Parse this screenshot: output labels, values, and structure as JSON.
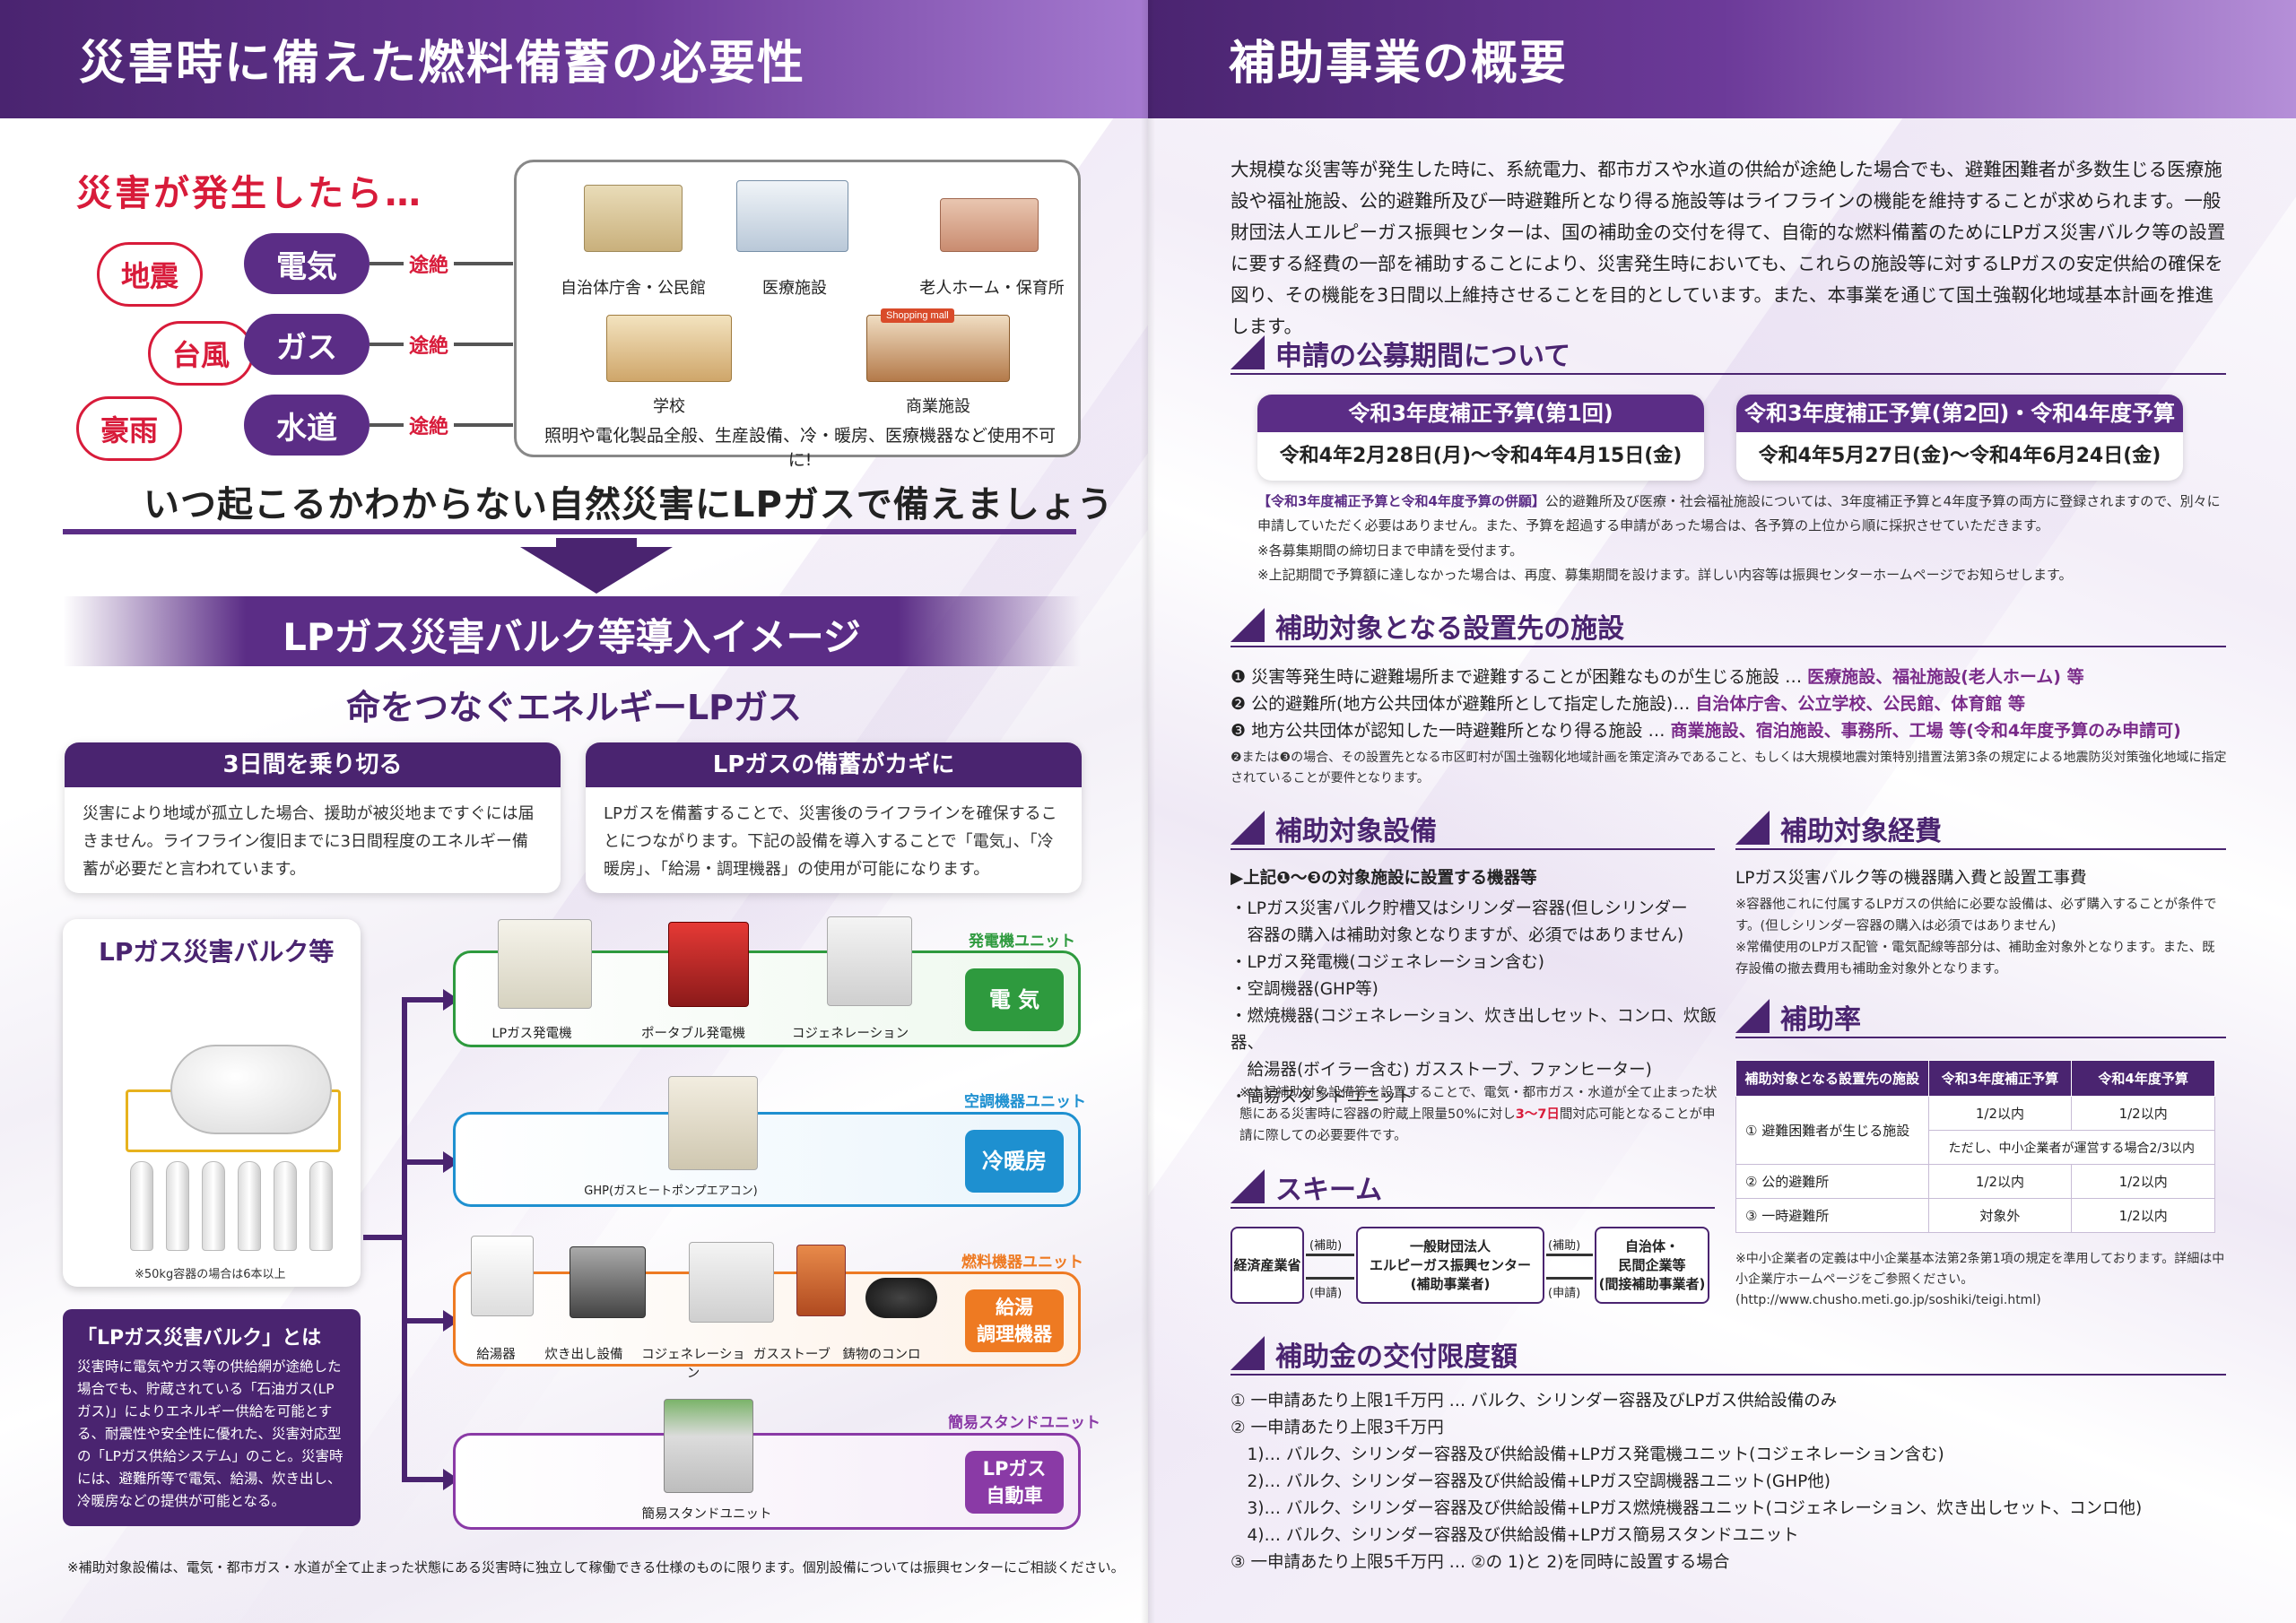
{
  "left": {
    "title": "災害時に備えた燃料備蓄の必要性",
    "disaster_heading": "災害が発生したら…",
    "disasters": [
      "地震",
      "台風",
      "豪雨"
    ],
    "utilities": [
      "電気",
      "ガス",
      "水道"
    ],
    "cut_label": "途絶",
    "facilities": [
      "自治体庁舎・公民館",
      "医療施設",
      "老人ホーム・保育所",
      "学校",
      "商業施設"
    ],
    "facilities_note": "照明や電化製品全般、生産設備、冷・暖房、医療機器など使用不可に!",
    "shopping_sign": "Shopping mall",
    "banner": "いつ起こるかわからない自然災害にLPガスで備えましょう",
    "image_title": "LPガス災害バルク等導入イメージ",
    "subtitle": "命をつなぐエネルギーLPガス",
    "card1": {
      "title": "3日間を乗り切る",
      "body": "災害により地域が孤立した場合、援助が被災地まですぐには届きません。ライフライン復旧までに3日間程度のエネルギー備蓄が必要だと言われています。"
    },
    "card2": {
      "title": "LPガスの備蓄がカギに",
      "body": "LPガスを備蓄することで、災害後のライフラインを確保することにつながります。下記の設備を導入することで「電気」、「冷暖房」、「給湯・調理機器」の使用が可能になります。"
    },
    "bulk_title": "LPガス災害バルク等",
    "bulk_note": "※50kg容器の場合は6本以上",
    "definition": {
      "title": "「LPガス災害バルク」とは",
      "body": "災害時に電気やガス等の供給網が途絶した場合でも、貯蔵されている「石油ガス(LPガス)」によりエネルギー供給を可能とする、耐震性や安全性に優れた、災害対応型の「LPガス供給システム」のこと。災害時には、避難所等で電気、給湯、炊き出し、冷暖房などの提供が可能となる。"
    },
    "units": [
      {
        "label": "発電機ユニット",
        "tag": "電 気",
        "color": "#2e9a3e",
        "items": [
          "LPガス発電機",
          "ポータブル発電機",
          "コジェネレーション"
        ]
      },
      {
        "label": "空調機器ユニット",
        "tag": "冷暖房",
        "color": "#1e90d0",
        "items": [
          "GHP(ガスヒートポンプエアコン)"
        ]
      },
      {
        "label": "燃料機器ユニット",
        "tag": "給湯\n調理機器",
        "color": "#ee7a22",
        "items": [
          "給湯器",
          "炊き出し設備",
          "コジェネレーション",
          "ガスストーブ",
          "鋳物のコンロ"
        ]
      },
      {
        "label": "簡易スタンドユニット",
        "tag": "LPガス\n自動車",
        "color": "#8a3aa6",
        "items": [
          "簡易スタンドユニット"
        ]
      }
    ],
    "footnote": "※補助対象設備は、電気・都市ガス・水道が全て止まった状態にある災害時に独立して稼働できる仕様のものに限ります。個別設備については振興センターにご相談ください。"
  },
  "right": {
    "title": "補助事業の概要",
    "intro": "大規模な災害等が発生した時に、系統電力、都市ガスや水道の供給が途絶した場合でも、避難困難者が多数生じる医療施設や福祉施設、公的避難所及び一時避難所となり得る施設等はライフラインの機能を維持することが求められます。一般財団法人エルピーガス振興センターは、国の補助金の交付を得て、自衛的な燃料備蓄のためにLPガス災害バルク等の設置に要する経費の一部を補助することにより、災害発生時においても、これらの施設等に対するLPガスの安定供給の確保を図り、その機能を3日間以上維持させることを目的としています。また、本事業を通じて国土強靱化地域基本計画を推進します。",
    "sec_period": "申請の公募期間について",
    "period1": {
      "title": "令和3年度補正予算(第1回)",
      "dates": "令和4年2月28日(月)〜令和4年4月15日(金)"
    },
    "period2": {
      "title": "令和3年度補正予算(第2回)・令和4年度予算",
      "dates": "令和4年5月27日(金)〜令和4年6月24日(金)"
    },
    "period_note_head": "【令和3年度補正予算と令和4年度予算の併願】",
    "period_note_body": "公的避難所及び医療・社会福祉施設については、3年度補正予算と4年度予算の両方に登録されますので、別々に申請していただく必要はありません。また、予算を超過する申請があった場合は、各予算の上位から順に採択させていただきます。",
    "period_note2": "※各募集期間の締切日まで申請を受付ます。",
    "period_note3": "※上記期間で予算額に達しなかった場合は、再度、募集期間を設けます。詳しい内容等は振興センターホームページでお知らせします。",
    "sec_facilities": "補助対象となる設置先の施設",
    "fac1": "❶ 災害等発生時に避難場所まで避難することが困難なものが生じる施設 … ",
    "fac1_hl": "医療施設、福祉施設(老人ホーム) 等",
    "fac2": "❷ 公的避難所(地方公共団体が避難所として指定した施設)… ",
    "fac2_hl": "自治体庁舎、公立学校、公民館、体育館 等",
    "fac3": "❸ 地方公共団体が認知した一時避難所となり得る施設 … ",
    "fac3_hl": "商業施設、宿泊施設、事務所、工場 等(令和4年度予算のみ申請可)",
    "fac_note": "❷または❸の場合、その設置先となる市区町村が国土強靱化地域計画を策定済みであること、もしくは大規模地震対策特別措置法第3条の規定による地震防災対策強化地域に指定されていることが要件となります。",
    "sec_equipment": "補助対象設備",
    "equip_lead": "▶上記❶〜❸の対象施設に設置する機器等",
    "equip_items": [
      "・LPガス災害バルク貯槽又はシリンダー容器(但しシリンダー",
      "　容器の購入は補助対象となりますが、必須ではありません)",
      "・LPガス発電機(コジェネレーション含む)",
      "・空調機器(GHP等)",
      "・燃焼機器(コジェネレーション、炊き出しセット、コンロ、炊飯器、",
      "　給湯器(ボイラー含む) ガスストーブ、ファンヒーター)",
      "・簡易スタンドユニット"
    ],
    "equip_note_a": "※上記補助対象設備等を設置することで、電気・都市ガス・水道が全て止まった状態にある災害時に容器の貯蔵上限量50%に対し",
    "equip_note_red": "3〜7日",
    "equip_note_b": "間対応可能となることが申請に際しての必要要件です。",
    "sec_expense": "補助対象経費",
    "expense_lead": "LPガス災害バルク等の機器購入費と設置工事費",
    "expense_note1": "※容器他これに付属するLPガスの供給に必要な設備は、必ず購入することが条件です。(但しシリンダー容器の購入は必須ではありません)",
    "expense_note2": "※常備使用のLPガス配管・電気配線等部分は、補助金対象外となります。また、既存設備の撤去費用も補助金対象外となります。",
    "sec_rate": "補助率",
    "rate_headers": [
      "補助対象となる設置先の施設",
      "令和3年度補正予算",
      "令和4年度予算"
    ],
    "rate_rows": [
      [
        "① 避難困難者が生じる施設",
        "1/2以内",
        "1/2以内"
      ],
      [
        "",
        "ただし、中小企業者が運営する場合2/3以内",
        ""
      ],
      [
        "② 公的避難所",
        "1/2以内",
        "1/2以内"
      ],
      [
        "③ 一時避難所",
        "対象外",
        "1/2以内"
      ]
    ],
    "rate_note": "※中小企業者の定義は中小企業基本法第2条第1項の規定を準用しております。詳細は中小企業庁ホームページをご参照ください。(http://www.chusho.meti.go.jp/soshiki/teigi.html)",
    "sec_scheme": "スキーム",
    "scheme": {
      "a": "経済産業省",
      "b": "一般財団法人\nエルピーガス振興センター\n(補助事業者)",
      "c": "自治体・\n民間企業等\n(間接補助事業者)",
      "subsidy": "(補助)",
      "apply": "(申請)"
    },
    "sec_limit": "補助金の交付限度額",
    "limits": [
      "① 一申請あたり上限1千万円 … バルク、シリンダー容器及びLPガス供給設備のみ",
      "② 一申請あたり上限3千万円",
      "　1)… バルク、シリンダー容器及び供給設備+LPガス発電機ユニット(コジェネレーション含む)",
      "　2)… バルク、シリンダー容器及び供給設備+LPガス空調機器ユニット(GHP他)",
      "　3)… バルク、シリンダー容器及び供給設備+LPガス燃焼機器ユニット(コジェネレーション、炊き出しセット、コンロ他)",
      "　4)… バルク、シリンダー容器及び供給設備+LPガス簡易スタンドユニット",
      "③ 一申請あたり上限5千万円 … ②の 1)と 2)を同時に設置する場合"
    ]
  }
}
